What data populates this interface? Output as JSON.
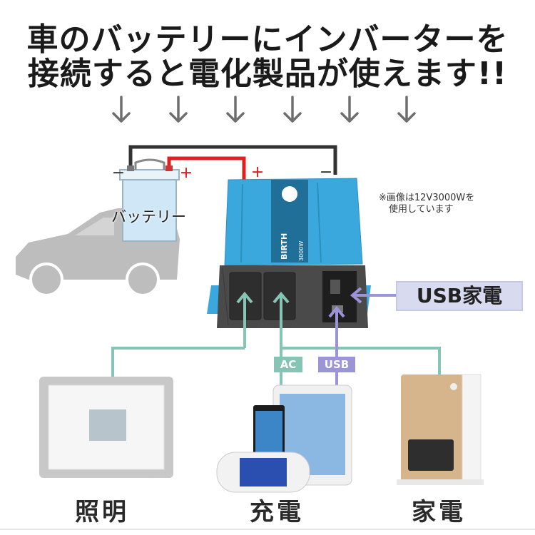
{
  "headline": {
    "line1": "車のバッテリーにインバーターを",
    "line2": "接続すると電化製品が使えます!!"
  },
  "note": {
    "line1": "※画像は12V3000Wを",
    "line2": "使用しています"
  },
  "battery": {
    "label": "バッテリー"
  },
  "polarity": {
    "minus": "－",
    "plus": "＋"
  },
  "inverter": {
    "brand": "BIRTH",
    "rating": "3000W"
  },
  "usb_banner": "USB家電",
  "tags": {
    "ac": "AC",
    "usb": "USB"
  },
  "categories": {
    "lighting": "照明",
    "charging": "充電",
    "appliance": "家電"
  },
  "colors": {
    "ac_line": "#86c5b5",
    "usb_line": "#9b94d6",
    "wire_positive": "#e02020",
    "wire_negative": "#333333",
    "inverter_body": "#3aa8dc"
  }
}
